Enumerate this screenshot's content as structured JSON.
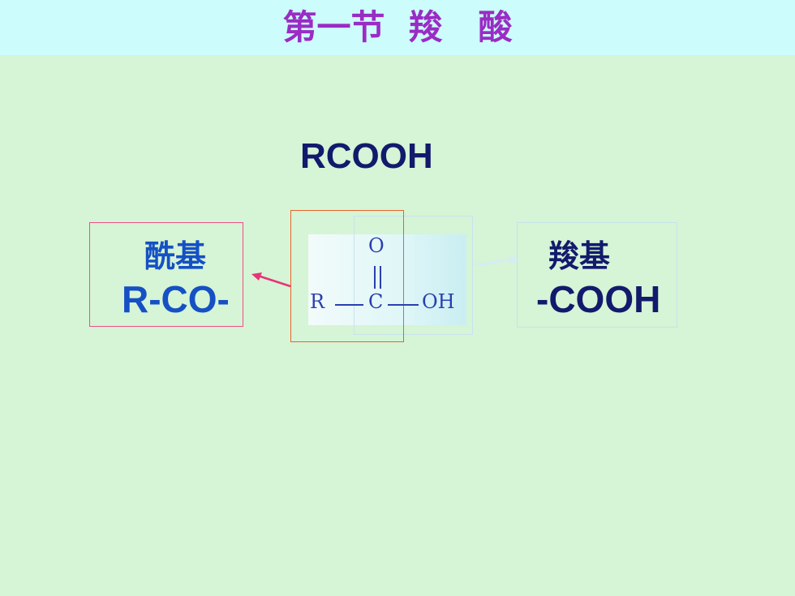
{
  "title": "第一节  羧   酸",
  "formula": "RCOOH",
  "acyl_group": {
    "name": "酰基",
    "formula": "R-CO-"
  },
  "carboxyl_group": {
    "name": "羧基",
    "formula": "-COOH"
  },
  "structure": {
    "r": "R",
    "c": "C",
    "o": "O",
    "oh": "OH"
  },
  "colors": {
    "title": "#9a2cc4",
    "formula": "#121a6c",
    "acyl_text": "#1550c4",
    "acyl_box": "#ee4f88",
    "red_box": "#e8642c",
    "background": "#d6f4d6",
    "title_bar": "#ccfcfc"
  }
}
